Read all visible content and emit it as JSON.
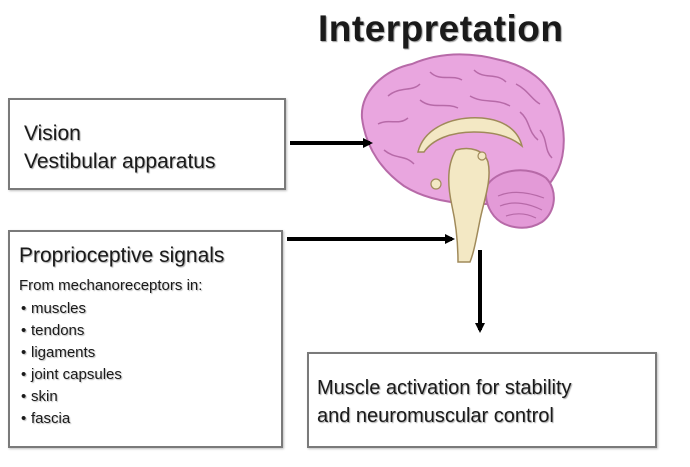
{
  "title": "Interpretation",
  "sensory_box": {
    "lines": [
      "Vision",
      "Vestibular apparatus"
    ]
  },
  "proprioception_box": {
    "title": "Proprioceptive signals",
    "subtitle": "From mechanoreceptors in:",
    "items": [
      "muscles",
      "tendons",
      "ligaments",
      "joint capsules",
      "skin",
      "fascia"
    ]
  },
  "output_box": {
    "lines": [
      "Muscle activation for stability",
      "and neuromuscular control"
    ]
  },
  "colors": {
    "brain": "#e9a6df",
    "brain_outline": "#b76aa8",
    "brainstem": "#f3e8c4",
    "arrow": "#000000",
    "box_border": "#7a7a7a"
  }
}
